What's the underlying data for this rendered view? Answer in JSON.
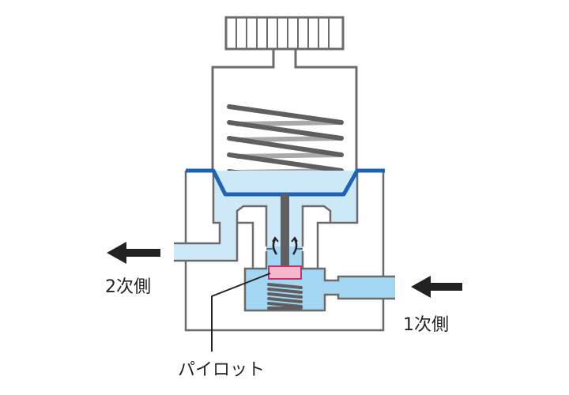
{
  "labels": {
    "secondary_side": "2次側",
    "primary_side": "1次側",
    "pilot": "パイロット"
  },
  "colors": {
    "outline": "#6b6b6b",
    "diaphragm": "#1f64b4",
    "fluid_light": "#cde9f7",
    "fluid_mid": "#a3d6f2",
    "pilot_fill": "#f6b8cd",
    "pilot_stroke": "#c8326a",
    "arrow": "#222222"
  }
}
